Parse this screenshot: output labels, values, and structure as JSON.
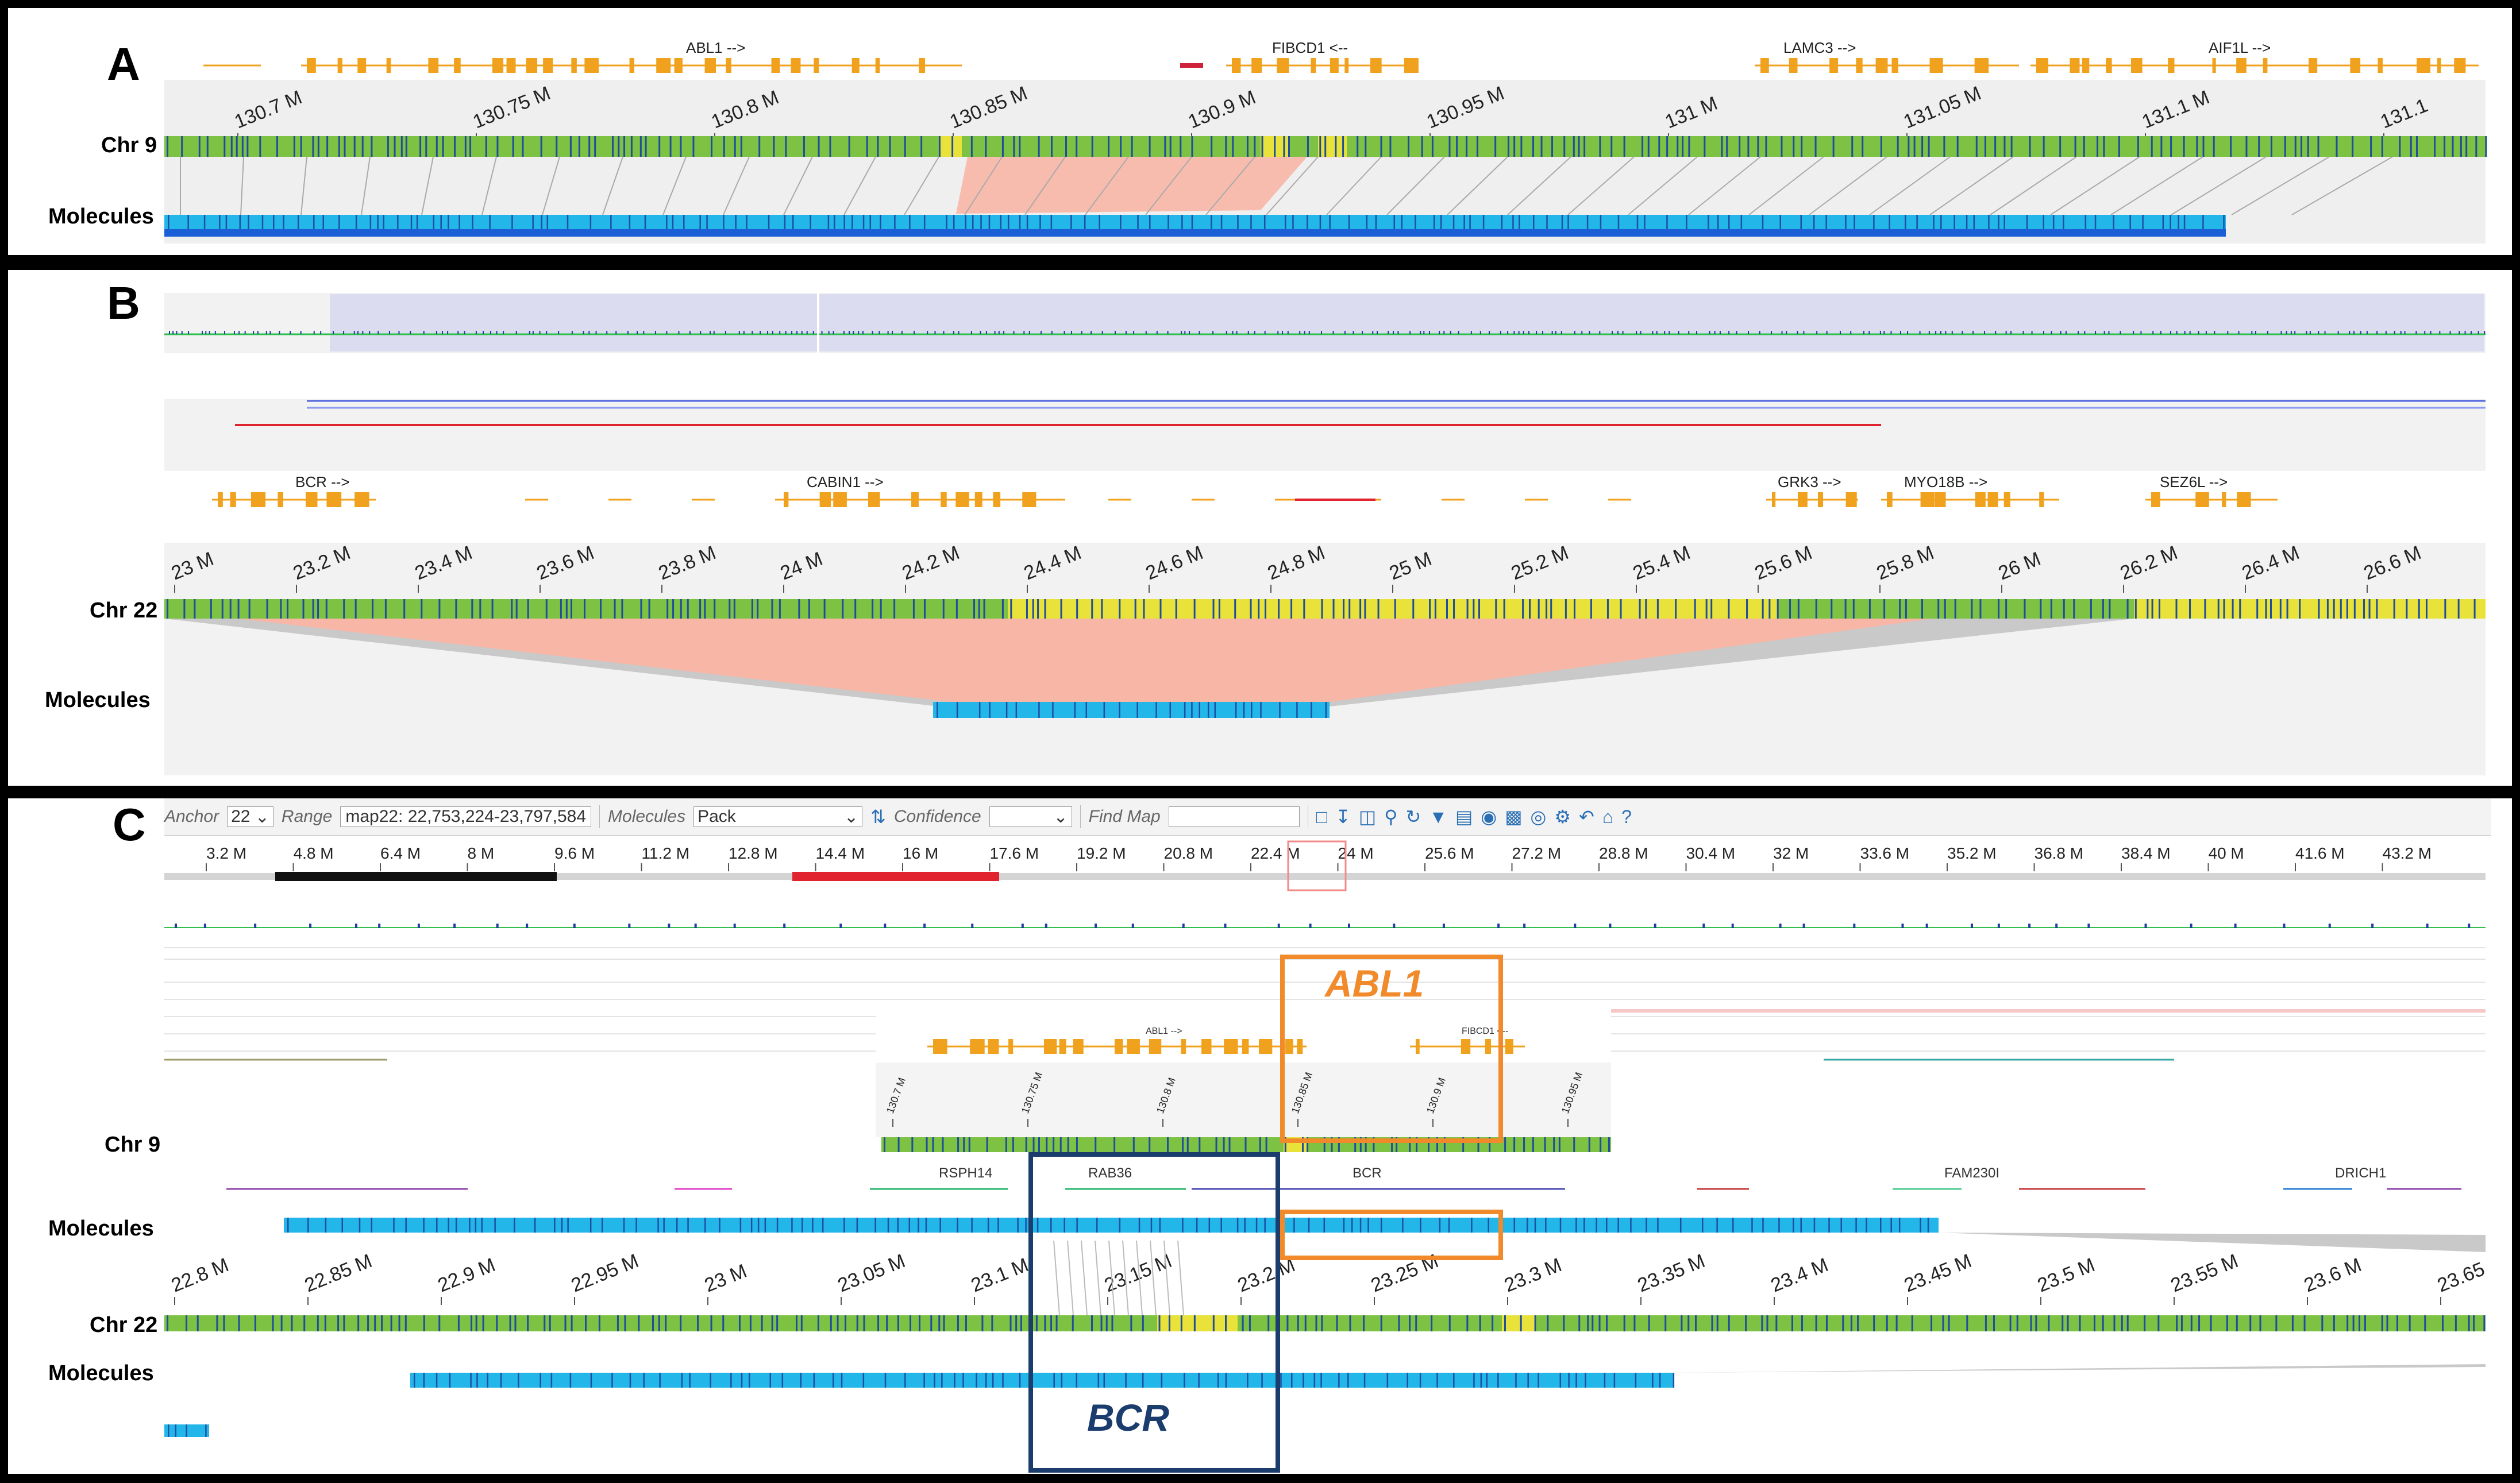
{
  "panels": {
    "a": {
      "letter": "A",
      "genes": [
        "ABL1 -->",
        "FIBCD1 <--",
        "LAMC3 -->",
        "AIF1L -->"
      ],
      "ticks": [
        "130.7 M",
        "130.75 M",
        "130.8 M",
        "130.85 M",
        "130.9 M",
        "130.95 M",
        "131 M",
        "131.05 M",
        "131.1 M",
        "131.1"
      ],
      "chr_label": "Chr 9",
      "molecules_label": "Molecules"
    },
    "b": {
      "letter": "B",
      "genes": [
        "BCR -->",
        "CABIN1 -->",
        "GRK3 -->",
        "MYO18B -->",
        "SEZ6L -->"
      ],
      "ticks": [
        "23 M",
        "23.2 M",
        "23.4 M",
        "23.6 M",
        "23.8 M",
        "24 M",
        "24.2 M",
        "24.4 M",
        "24.6 M",
        "24.8 M",
        "25 M",
        "25.2 M",
        "25.4 M",
        "25.6 M",
        "25.8 M",
        "26 M",
        "26.2 M",
        "26.4 M",
        "26.6 M"
      ],
      "chr_label": "Chr 22",
      "molecules_label": "Molecules"
    },
    "c": {
      "letter": "C",
      "toolbar": {
        "anchor_label": "Anchor",
        "anchor_value": "22",
        "range_label": "Range",
        "range_value": "map22: 22,753,224-23,797,584",
        "molecules_label": "Molecules",
        "molecules_value": "Pack",
        "confidence_label": "Confidence",
        "find_map_label": "Find Map"
      },
      "overview_ticks": [
        "3.2 M",
        "4.8 M",
        "6.4 M",
        "8 M",
        "9.6 M",
        "11.2 M",
        "12.8 M",
        "14.4 M",
        "16 M",
        "17.6 M",
        "19.2 M",
        "20.8 M",
        "22.4 M",
        "24 M",
        "25.6 M",
        "27.2 M",
        "28.8 M",
        "30.4 M",
        "32 M",
        "33.6 M",
        "35.2 M",
        "36.8 M",
        "38.4 M",
        "40 M",
        "41.6 M",
        "43.2 M"
      ],
      "inset_genes": [
        "ABL1 -->",
        "FIBCD1 <--"
      ],
      "inset_ticks": [
        "130.7 M",
        "130.75 M",
        "130.8 M",
        "130.85 M",
        "130.9 M",
        "130.95 M"
      ],
      "genes": [
        "RSPH14",
        "RAB36",
        "BCR",
        "FAM230I",
        "DRICH1"
      ],
      "ticks": [
        "22.8 M",
        "22.85 M",
        "22.9 M",
        "22.95 M",
        "23 M",
        "23.05 M",
        "23.1 M",
        "23.15 M",
        "23.2 M",
        "23.25 M",
        "23.3 M",
        "23.35 M",
        "23.4 M",
        "23.45 M",
        "23.5 M",
        "23.55 M",
        "23.6 M",
        "23.65"
      ],
      "chr9_label": "Chr 9",
      "chr22_label": "Chr 22",
      "molecules_label": "Molecules",
      "abl1_annotation": "ABL1",
      "bcr_annotation": "BCR"
    }
  },
  "colors": {
    "gene": "#f0a21e",
    "chr_green": "#7dc242",
    "chr_yellow": "#e8e23a",
    "chr_blue": "#1f4e9c",
    "molecule": "#22b7e8",
    "molecule_dark": "#1a5fd6",
    "pink_shade": "#f7b6a6",
    "abl1_box": "#f08a2a",
    "bcr_box": "#1b3d6e"
  }
}
